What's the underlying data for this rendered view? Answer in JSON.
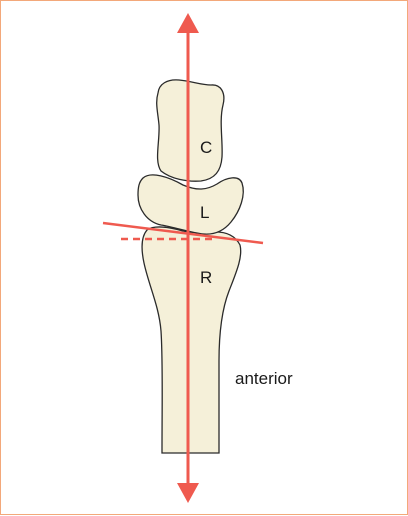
{
  "labels": {
    "capitate": "C",
    "lunate": "L",
    "radius": "R",
    "view": "anterior"
  },
  "colors": {
    "bone_fill": "#f5f0d9",
    "bone_stroke": "#2b2b2b",
    "axis_line": "#ef5a4f",
    "frame_border": "#f3a87a"
  }
}
